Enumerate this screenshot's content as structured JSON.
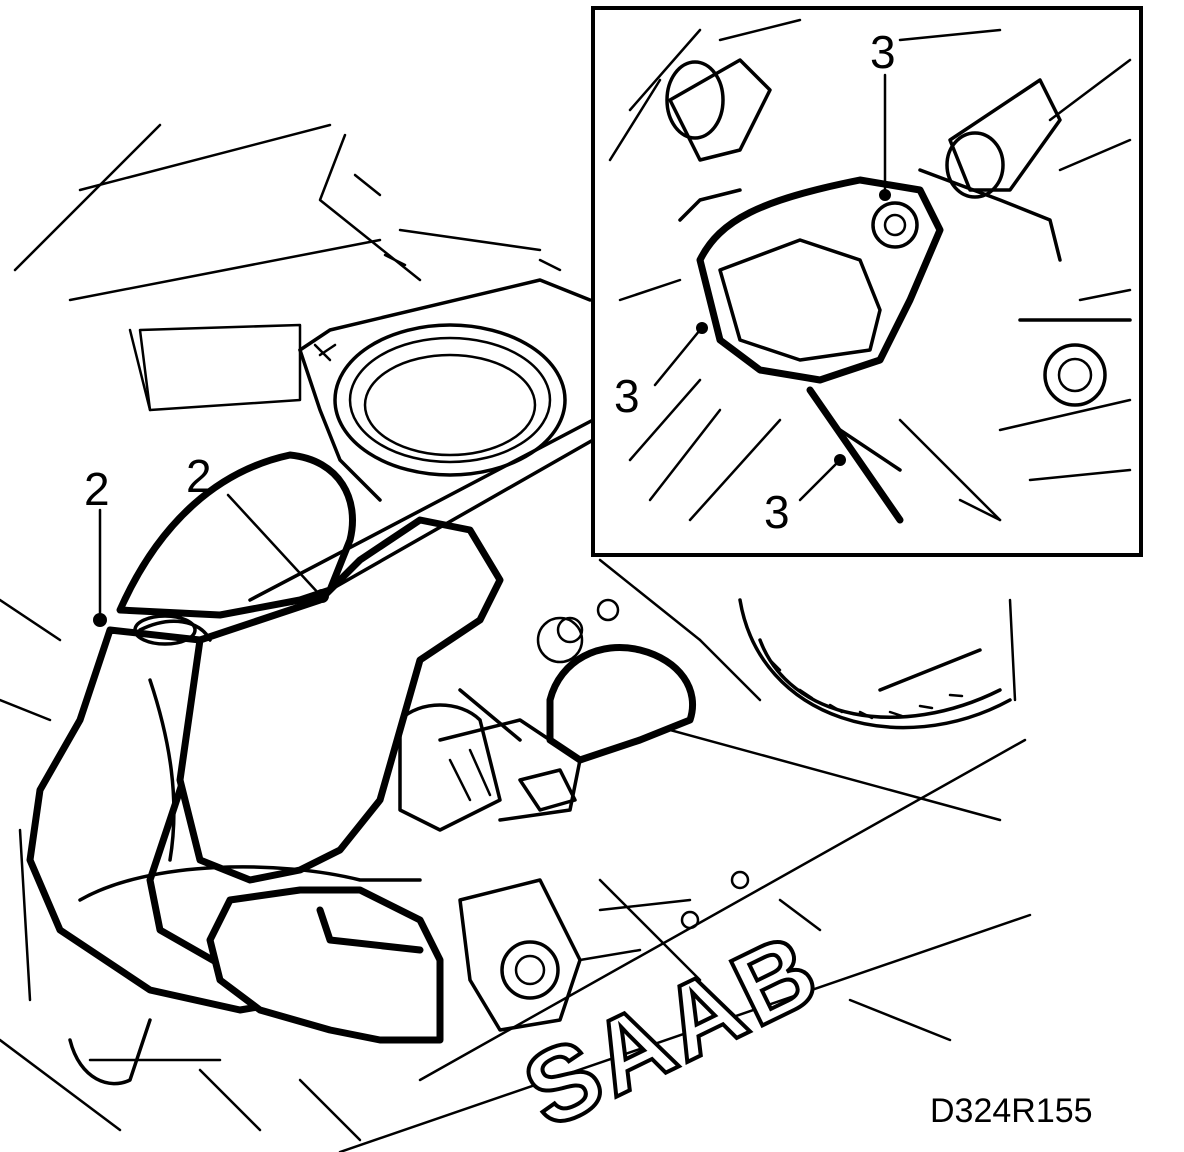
{
  "callouts": {
    "main_left": "2",
    "main_right": "2",
    "inset_top": "3",
    "inset_left": "3",
    "inset_bottom": "3"
  },
  "engraving": "SAAB",
  "figure_code": "D324R155",
  "colors": {
    "line": "#000000",
    "paper": "#ffffff"
  }
}
